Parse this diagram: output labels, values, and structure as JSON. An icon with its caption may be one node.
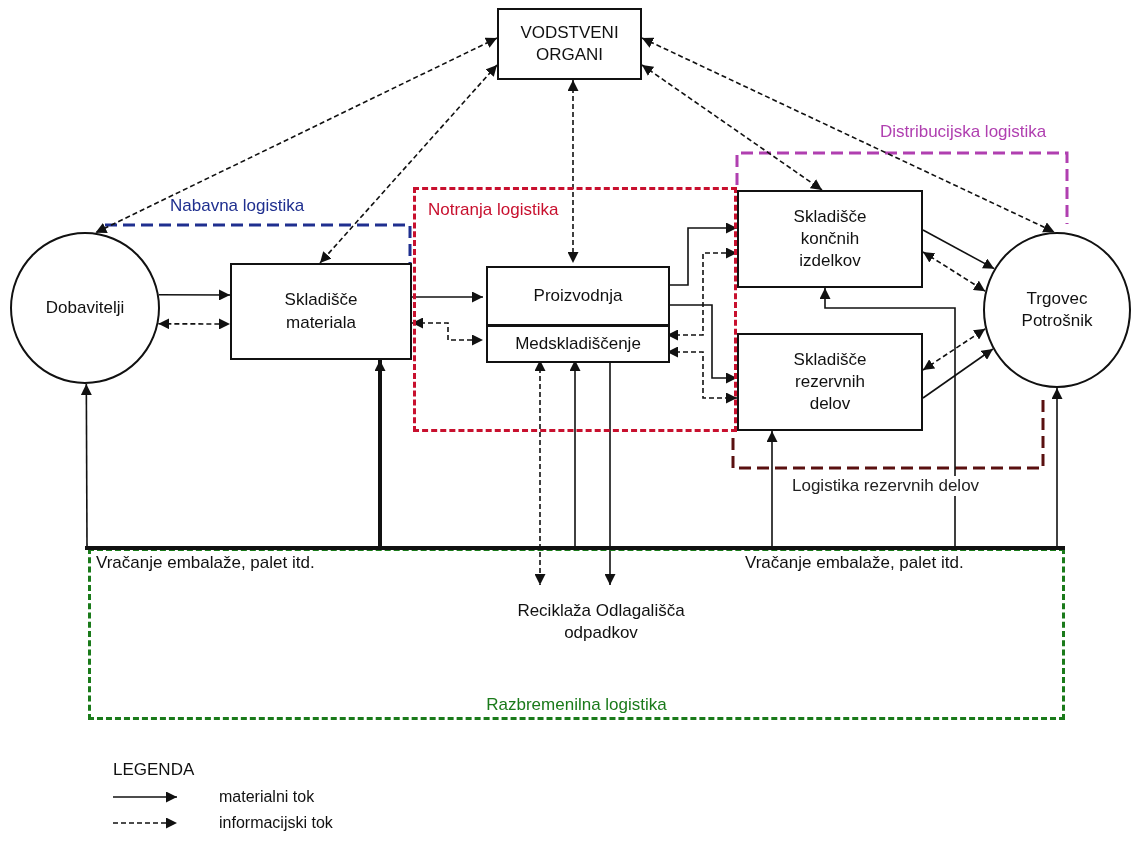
{
  "diagram": {
    "nodes": [
      {
        "text": [
          "VODSTVENI ORGANI"
        ]
      },
      {
        "text": [
          "Dobavitelji"
        ]
      },
      {
        "text": [
          "Skladišče materiala"
        ]
      },
      {
        "text": [
          "Notranja logistika"
        ]
      },
      {
        "text": [
          "Proizvodnja"
        ],
        "in": 3
      },
      {
        "text": [
          "Medskladiščenje"
        ],
        "in": 3
      },
      {
        "text": [
          "Skladišče končnih izdelkov"
        ]
      },
      {
        "text": [
          "Skladišče rezervnih delov"
        ]
      },
      {
        "text": [
          "Trgovec Potrošnik"
        ]
      },
      {
        "text": [
          "Razbremenilna logistika"
        ]
      },
      {
        "text": [
          "Reciklaža Odlagališča odpadkov"
        ],
        "in": 9
      },
      {
        "text": [],
        "shape": "bar",
        "beside": [
          "Vračanje embalaže, palet itd.",
          "Vračanje embalaže, palet itd."
        ]
      }
    ],
    "edges": [
      {
        "from": 0,
        "to": 1,
        "arrow": "both",
        "style": "dashed"
      },
      {
        "from": 0,
        "to": 2,
        "arrow": "both",
        "style": "dashed"
      },
      {
        "from": 0,
        "to": 4,
        "arrow": "both",
        "style": "dashed"
      },
      {
        "from": 0,
        "to": 6,
        "arrow": "both",
        "style": "dashed"
      },
      {
        "from": 0,
        "to": 8,
        "arrow": "both",
        "style": "dashed"
      },
      {
        "from": 1,
        "to": 2,
        "arrow": "to"
      },
      {
        "from": 1,
        "to": 2,
        "arrow": "both",
        "style": "dashed"
      },
      {
        "from": 2,
        "to": 4,
        "arrow": "to"
      },
      {
        "from": 2,
        "to": 5,
        "arrow": "both",
        "style": "dashed"
      },
      {
        "from": 4,
        "to": 6,
        "arrow": "to"
      },
      {
        "from": 4,
        "to": 7,
        "arrow": "to"
      },
      {
        "from": 5,
        "to": 6,
        "arrow": "both",
        "style": "dashed"
      },
      {
        "from": 5,
        "to": 7,
        "arrow": "both",
        "style": "dashed"
      },
      {
        "from": 6,
        "to": 8,
        "arrow": "to"
      },
      {
        "from": 6,
        "to": 8,
        "arrow": "both",
        "style": "dashed"
      },
      {
        "from": 7,
        "to": 8,
        "arrow": "both",
        "style": "dashed"
      },
      {
        "from": 7,
        "to": 8,
        "arrow": "to"
      },
      {
        "from": 11,
        "to": 1,
        "arrow": "to"
      },
      {
        "from": 11,
        "to": 2,
        "arrow": "to",
        "style": "thick"
      },
      {
        "from": 11,
        "to": 5,
        "arrow": "to"
      },
      {
        "from": 11,
        "to": 7,
        "arrow": "to"
      },
      {
        "from": 11,
        "to": 6,
        "arrow": "to"
      },
      {
        "from": 11,
        "to": 8,
        "arrow": "to"
      },
      {
        "from": 5,
        "to": 10,
        "arrow": "to"
      },
      {
        "from": 5,
        "to": 10,
        "arrow": "both",
        "style": "dashed"
      }
    ],
    "labels": [
      "Nabavna logistika",
      "Distribucijska logistika",
      "Logistika rezervnih delov",
      "LEGENDA"
    ],
    "legend": [
      {
        "text": "materialni tok"
      },
      {
        "text": "informacijski tok"
      }
    ]
  }
}
